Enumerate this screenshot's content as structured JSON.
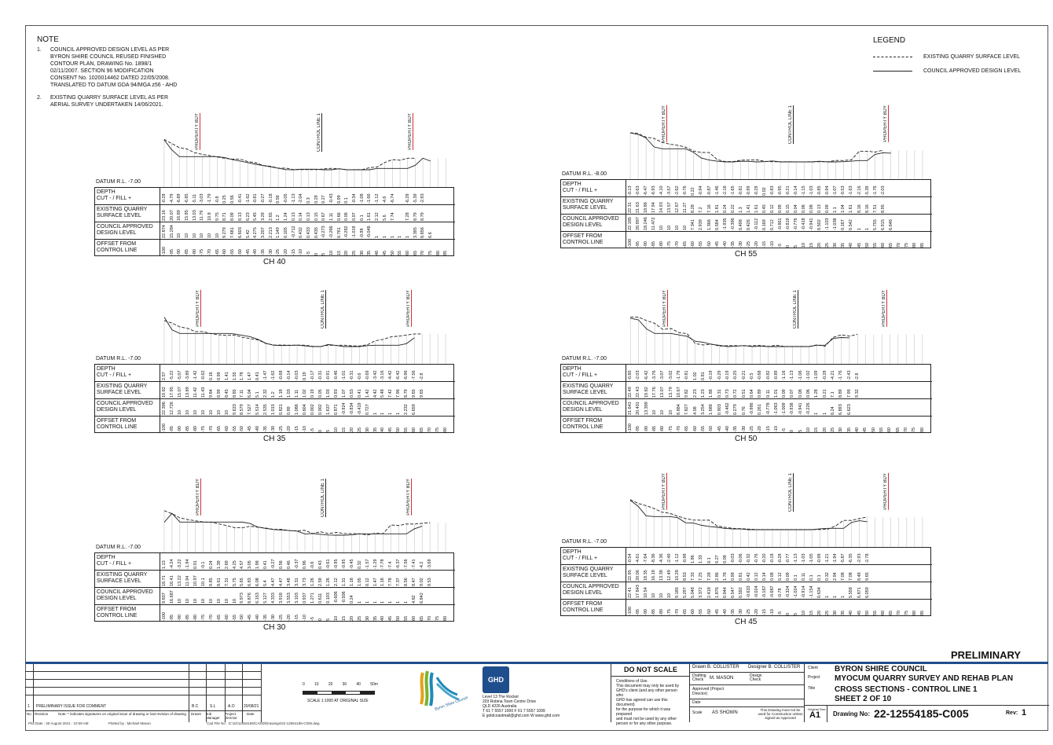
{
  "note": {
    "heading": "NOTE",
    "items": [
      {
        "num": "1.",
        "text": [
          "COUNCIL APPROVED DESIGN LEVEL AS PER",
          "BYRON SHIRE COUNCIL REUSED FINISHED",
          "CONTOUR PLAN, DRAWING No. 1898/1",
          "02/11/2007. SECTION 96 MODIFICATION",
          "CONSENT No. 1020014462 DATED 22/05/2008.",
          "TRANSLATED TO DATUM GDA 94/MGA z56 - AHD"
        ]
      },
      {
        "num": "2.",
        "text": [
          "EXISTING QUARRY SURFACE LEVEL AS PER",
          "AERIAL SURVEY UNDERTAKEN 14/06/2021."
        ]
      }
    ]
  },
  "legend": {
    "heading": "LEGEND",
    "existing": "EXISTING QUARRY SURFACE LEVEL",
    "council": "COUNCIL APPROVED DESIGN LEVEL"
  },
  "table_labels": {
    "depth": [
      "DEPTH",
      "CUT - / FILL +"
    ],
    "existing": [
      "EXISTING QUARRY",
      "SURFACE LEVEL"
    ],
    "council": [
      "COUNCIL APPROVED",
      "DESIGN LEVEL"
    ],
    "offset": [
      "OFFSET FROM",
      "CONTROL LINE"
    ]
  },
  "markers": {
    "property": "PROPERTY BDY",
    "control": "CONTROL LINE 1"
  },
  "sections": [
    {
      "id": "ch40",
      "label": "CH 40",
      "datum": "DATUM R.L. -7.00",
      "depth": [
        "-0.28",
        "-4.79",
        "-6.89",
        "-6.85",
        "-5.11",
        "-3.03",
        "-1.79",
        "-0.8",
        "0.25",
        "0.56",
        "-0.41",
        "-1.62",
        "-0.81",
        "-0.27",
        "-0.18",
        "0.56",
        "-0.05",
        "-1.13",
        "-2.04",
        "0.3",
        "0.29",
        "0.27",
        "-0.43",
        "0.99",
        "0.1",
        "-0.34",
        "-1.08",
        "-1.66",
        "-1.12",
        "-4.6",
        "-6.74",
        "",
        "-6.28",
        "-5.39",
        "-2.93"
      ],
      "existing": [
        "23.16",
        "20.07",
        "16.89",
        "15.85",
        "13.03",
        "11.79",
        "10.8",
        "9.75",
        "8.71",
        "8.09",
        "8.13",
        "6.23",
        "5.45",
        "3.29",
        "2.65",
        "1.2",
        "1.24",
        "0.13",
        "0.14",
        "0.13",
        "0.15",
        "0.67",
        "1.11",
        "0.66",
        "0.06",
        "0.07",
        "0.1",
        "1.61",
        "2.12",
        "5.6",
        "7.74",
        "",
        "7.28",
        "8.79",
        "8.79"
      ],
      "council": [
        "22.874",
        "15.284",
        "10",
        "10",
        "10",
        "10",
        "10",
        "10",
        "9.279",
        "7.681",
        "6.603",
        "5.42",
        "4.275",
        "3.207",
        "2.213",
        "1.149",
        "0.105",
        "-0.712",
        "0.432",
        "0.433",
        "0.435",
        "-0.273",
        "-0.266",
        "0.761",
        "-0.282",
        "-1.019",
        "-0.98",
        "-0.048",
        "1",
        "1",
        "1",
        "1",
        "1",
        "3.395",
        "8.856",
        "6.6"
      ],
      "offset": [
        "-100",
        "-95",
        "-90",
        "-85",
        "-80",
        "-75",
        "-70",
        "-65",
        "-60",
        "-55",
        "-50",
        "-45",
        "-40",
        "-35",
        "-30",
        "-25",
        "-20",
        "-15",
        "-10",
        "-5",
        "0",
        "5",
        "10",
        "15",
        "20",
        "25",
        "30",
        "35",
        "40",
        "45",
        "50",
        "55",
        "60",
        "65",
        "70",
        "75",
        "80",
        "85"
      ]
    },
    {
      "id": "ch55",
      "label": "CH 55",
      "datum": "DATUM R.L. -8.00",
      "depth": [
        "-0.13",
        "-0.63",
        "-6.47",
        "-6.93",
        "-4.10",
        "-3.57",
        "-2.62",
        "-0.76",
        "0.22",
        "-0.94",
        "-0.87",
        "-1.46",
        "-2.18",
        "-1.65",
        "-0.81",
        "-0.99",
        "-0.29",
        "0.02",
        "-0.83",
        "-0.95",
        "-0.21",
        "-0.14",
        "-1.15",
        "-1.03",
        "-0.85",
        "-0.94",
        "-1.07",
        "-0.53",
        "-1.63",
        "-2.16",
        "-5.39",
        "-1.76",
        "-2.03"
      ],
      "existing": [
        "22.31",
        "21.63",
        "18.86",
        "17.94",
        "14.93",
        "13.57",
        "12.67",
        "11.27",
        "8.28",
        "7.2",
        "7.16",
        "1.81",
        "0.24",
        "0.22",
        "1.3",
        "1.41",
        "1.61",
        "0.45",
        "0.12",
        "0.09",
        "0.15",
        "0.04",
        "0.06",
        "0.08",
        "0.13",
        "0.09",
        "1.1",
        "1.04",
        "1.61",
        "8.16",
        "8.16",
        "7.51",
        "8.95"
      ],
      "council": [
        "22.185",
        "20.997",
        "18.246",
        "11.472",
        "10",
        "10",
        "10",
        "10",
        "7.341",
        "2.939",
        "1.366",
        "0.584",
        "-1.935",
        "-0.396",
        "0.498",
        "0.426",
        "-0.112",
        "0.169",
        "0.712",
        "-0.861",
        "-0.819",
        "-0.776",
        "-0.418",
        "-0.941",
        "0.502",
        "-1.103",
        "-1.038",
        "0.167",
        "0.542",
        "1",
        "1",
        "5.755",
        "6.915",
        "6.646"
      ],
      "offset": [
        "-100",
        "-95",
        "-90",
        "-85",
        "-80",
        "-75",
        "-70",
        "-65",
        "-60",
        "-55",
        "-50",
        "-45",
        "-40",
        "-35",
        "-30",
        "-25",
        "-20",
        "-15",
        "-10",
        "-5",
        "0",
        "5",
        "10",
        "15",
        "20",
        "25",
        "30",
        "35",
        "40",
        "45",
        "50",
        "55",
        "60",
        "65",
        "70",
        "75",
        "80",
        "85"
      ]
    },
    {
      "id": "ch35",
      "label": "CH 35",
      "datum": "DATUM R.L. -7.00",
      "depth": [
        "2.57",
        "-5.22",
        "-5.07",
        "-3.89",
        "-1.42",
        "-0.62",
        "0.16",
        "0.99",
        "1.41",
        "1.55",
        "1.78",
        "1.47",
        "0.41",
        "-1.47",
        "-1.62",
        "-0.68",
        "-0.14",
        "-0.03",
        "0.19",
        "-0.17",
        "-0.31",
        "-0.91",
        "-0.46",
        "-1.01",
        "-0.31",
        "-0.6",
        "-0.69",
        "-3.42",
        "-3.16",
        "-4.42",
        "-6.42",
        "-6.96",
        "-7.56",
        "-2.8"
      ],
      "existing": [
        "19.82",
        "17.95",
        "15.07",
        "13.89",
        "11.42",
        "11.43",
        "9.84",
        "8.99",
        "8.45",
        "8.85",
        "7.11",
        "6.04",
        "5.1",
        "2.32",
        "1.2",
        "1.18",
        "1.03",
        "1.11",
        "1.02",
        "0.19",
        "0.05",
        "1.03",
        "0.93",
        "1.07",
        "0.53",
        "0.41",
        "1.42",
        "4.42",
        "5.48",
        "7.42",
        "7.96",
        "8.79",
        "9.65",
        "9.65"
      ],
      "council": [
        "22.396",
        "12.726",
        "10",
        "10",
        "10",
        "10",
        "10",
        "10",
        "10",
        "9.633",
        "8.579",
        "7.527",
        "5.514",
        "2.535",
        "1.015",
        "0.821",
        "0.89",
        "1.086",
        "0.604",
        "0.002",
        "0.002",
        "1.637",
        "0.871",
        "-0.924",
        "-0.834",
        "-0.419",
        "0.727",
        "1",
        "1",
        "1",
        "1",
        "2.232",
        "6.659"
      ],
      "offset": [
        "-100",
        "-95",
        "-90",
        "-85",
        "-80",
        "-75",
        "-70",
        "-65",
        "-60",
        "-55",
        "-50",
        "-45",
        "-40",
        "-35",
        "-30",
        "-25",
        "-20",
        "-15",
        "-10",
        "-5",
        "0",
        "5",
        "10",
        "15",
        "20",
        "25",
        "30",
        "35",
        "40",
        "45",
        "50",
        "55",
        "60",
        "65",
        "70",
        "75",
        "80"
      ]
    },
    {
      "id": "ch50",
      "label": "CH 50",
      "datum": "DATUM R.L. -7.00",
      "depth": [
        "-0.85",
        "-2.03",
        "-6.42",
        "-3.76",
        "-3.07",
        "-3.02",
        "-1.79",
        "-0.81",
        "1.02",
        "0.81",
        "-0.19",
        "-0.29",
        "-0.19",
        "-0.25",
        "-0.21",
        "-0.5",
        "-0.68",
        "-0.82",
        "-0.89",
        "-1.16",
        "-1.13",
        "-1.06",
        "-1.02",
        "-1.09",
        "-0.28",
        "-4.21",
        "-1.76",
        "-2.43",
        "-2.8"
      ],
      "existing": [
        "22.49",
        "22.43",
        "19.82",
        "17.76",
        "13.07",
        "13.79",
        "10.67",
        "9.82",
        "2.23",
        "1.23",
        "1.88",
        "0.31",
        "0.73",
        "0.72",
        "0.51",
        "0.64",
        "0.89",
        "0.11",
        "1.01",
        "0.09",
        "0.07",
        "0.08",
        "0.06",
        "1.28",
        "0.21",
        "7.1",
        "8.89",
        "7.99",
        "9.32"
      ],
      "council": [
        "21.641",
        "20.401",
        "13.399",
        "10",
        "10",
        "10",
        "8.884",
        "7.827",
        "4.08",
        "3.254",
        "1.686",
        "0.903",
        "-0.462",
        "0.279",
        "0.76",
        "-0.986",
        "0.261",
        "-0.778",
        "-1.063",
        "-1.009",
        "-0.938",
        "-0.941",
        "-0.226",
        "1",
        "1",
        "6.24",
        "6.893",
        "6.623"
      ],
      "offset": [
        "-100",
        "-95",
        "-90",
        "-85",
        "-80",
        "-75",
        "-70",
        "-65",
        "-60",
        "-55",
        "-50",
        "-45",
        "-40",
        "-35",
        "-30",
        "-25",
        "-20",
        "-15",
        "-10",
        "-5",
        "0",
        "5",
        "10",
        "15",
        "20",
        "25",
        "30",
        "35",
        "40",
        "45",
        "50",
        "55",
        "60",
        "65",
        "70",
        "75",
        "80"
      ]
    },
    {
      "id": "ch30",
      "label": "CH 30",
      "datum": "DATUM R.L. -7.00",
      "depth": [
        "1.13",
        "-4.24",
        "-3.22",
        "-1.94",
        "0.01",
        "-0.1",
        "0.24",
        "1.39",
        "2.69",
        "4.25",
        "4.57",
        "3.05",
        "1.98",
        "0.41",
        "-0.27",
        "0.56",
        "0.46",
        "-0.37",
        "0.96",
        "-0.6",
        "0.43",
        "-0.61",
        "-0.95",
        "-0.95",
        "-0.45",
        "0.32",
        "-1.57",
        "-1.29",
        "-7.78",
        "-7.4",
        "-6.37",
        "-7.56",
        "-7.41",
        "-4.2",
        "-3.69"
      ],
      "existing": [
        "18.71",
        "16.41",
        "13.22",
        "11.94",
        "10.97",
        "10.1",
        "9.85",
        "8.61",
        "7.31",
        "5.75",
        "5.65",
        "6.83",
        "6.08",
        "5.4",
        "4.47",
        "4.47",
        "3.48",
        "3.31",
        "3.73",
        "1.26",
        "2.59",
        "1.26",
        "2.12",
        "1.31",
        "1.18",
        "1.05",
        "0.12",
        "1.47",
        "1.18",
        "7.78",
        "7.37",
        "8.56",
        "8.47",
        "9.02",
        "9.53"
      ],
      "council": [
        "9.837",
        "16.687",
        "10",
        "10",
        "10",
        "10",
        "10",
        "10",
        "10",
        "10",
        "9.973",
        "8.876",
        "6.153",
        "5.127",
        "4.333",
        "3.918",
        "3.553",
        "3.103",
        "0.937",
        "1.271",
        "0.611",
        "0.103",
        "-0.606",
        "-0.506",
        "0.24",
        "1",
        "1",
        "1",
        "1",
        "1",
        "1",
        "1",
        "4.82",
        "6.842"
      ],
      "offset": [
        "-100",
        "-95",
        "-90",
        "-85",
        "-80",
        "-75",
        "-70",
        "-65",
        "-60",
        "-55",
        "-50",
        "-45",
        "-40",
        "-35",
        "-30",
        "-25",
        "-20",
        "-15",
        "-10",
        "-5",
        "0",
        "5",
        "10",
        "15",
        "20",
        "25",
        "30",
        "35",
        "40",
        "45",
        "50",
        "55",
        "60",
        "65",
        "70",
        "75",
        "80"
      ]
    },
    {
      "id": "ch45",
      "label": "CH 45",
      "datum": "DATUM R.L. -7.00",
      "depth": [
        "-0.54",
        "-4.61",
        "-7.64",
        "-8.36",
        "-4.36",
        "-2.49",
        "-1.12",
        "-0.98",
        "1.86",
        "1.33",
        "0.1",
        "0.27",
        "0.08",
        "-0.03",
        "-0.06",
        "-0.32",
        "-0.76",
        "-0.20",
        "-0.18",
        "-0.28",
        "-0.77",
        "-1.13",
        "-1.03",
        "-1.05",
        "-0.98",
        "-1.21",
        "-1.94",
        "-5.87",
        "-6.35",
        "-2.93",
        "-2.78"
      ],
      "existing": [
        "22.95",
        "20.06",
        "18.35",
        "16.18",
        "13.38",
        "12.49",
        "10.28",
        "8.53",
        "7.33",
        "7.25",
        "7.28",
        "2.86",
        "1.78",
        "0.98",
        "0.81",
        "0.42",
        "0.12",
        "0.14",
        "0.08",
        "0.12",
        "0.09",
        "0.1",
        "0.11",
        "0.1",
        "0.1",
        "0.32",
        "2.94",
        "7.08",
        "7.08",
        "8.48",
        "9.65"
      ],
      "council": [
        "22.41",
        "17.843",
        "10.54",
        "10",
        "10",
        "10",
        "9.185",
        "5.297",
        "5.048",
        "3.372",
        "2.418",
        "1.876",
        "0.944",
        "0.547",
        "0.592",
        "-0.633",
        "-0.024",
        "-0.167",
        "-0.687",
        "-0.78",
        "-0.324",
        "-1.024",
        "-0.914",
        "-1.154",
        "0.634",
        "1",
        "1",
        "1",
        "5.558",
        "6.871",
        "6.059"
      ],
      "offset": [
        "-100",
        "-95",
        "-90",
        "-85",
        "-80",
        "-75",
        "-70",
        "-65",
        "-60",
        "-55",
        "-50",
        "-45",
        "-40",
        "-35",
        "-30",
        "-25",
        "-20",
        "-15",
        "-10",
        "-5",
        "0",
        "5",
        "10",
        "15",
        "20",
        "25",
        "30",
        "35",
        "40",
        "45",
        "50",
        "55",
        "60",
        "65",
        "70",
        "75",
        "80",
        "85"
      ]
    }
  ],
  "title_block": {
    "preliminary": "PRELIMINARY",
    "revision": {
      "no": "1",
      "desc": "PRELIMINARY ISSUE FOR COMMENT",
      "drawn": "B.C",
      "job": "S.L",
      "dir": "A.O",
      "date": "20/08/21"
    },
    "rev_headers": {
      "no": "No",
      "revision": "Revision",
      "note": "Note: * indicates signatures on original issue of drawing or last revision of drawing",
      "drawn": "Drawn",
      "job": "Job Manager",
      "director": "Project Director",
      "date": "Date"
    },
    "scale_ticks": [
      "0",
      "10",
      "20",
      "30",
      "40",
      "50m"
    ],
    "scale_text": "SCALE 1:1000  AT ORIGINAL SIZE",
    "council_logo_text": "Byron Shire Council",
    "ghd": "GHD",
    "address": [
      "Level 13 The Rocket",
      "203 Robina Town Centre Drive",
      "QLD 4226 Australia",
      "T 61 7 5557 1000  F 61 7 5557 1099",
      "E goldcoastmail@ghd.com  W www.ghd.com"
    ],
    "do_not_scale": "DO NOT SCALE",
    "conditions": [
      "Conditions of Use.",
      "This document may only be used by",
      "GHD's client (and any other person who",
      "GHD has agreed can use this document)",
      "for the purpose for which it was prepared",
      "and must not be used by any other",
      "person or for any other purpose."
    ],
    "drawn": "Drawn   B. COLLISTER",
    "designer": "Designer  B. COLLISTER",
    "drafting": "Drafting Check",
    "drafting_name": "M. MASON",
    "design_check": "Design Check",
    "approved": "Approved (Project Director)",
    "date_label": "Date",
    "scale_label": "Scale",
    "scale_value": "AS SHOWN",
    "construction_note": "This Drawing must not be used for Construction unless signed as Approved",
    "client_label": "Client",
    "client": "BYRON SHIRE COUNCIL",
    "project_label": "Project",
    "project": "MYOCUM QUARRY SURVEY AND REHAB PLAN",
    "title_label": "Title",
    "title1": "CROSS SECTIONS - CONTROL LINE 1",
    "title2": "SHEET 2 OF 10",
    "size_label": "Original Size",
    "size": "A1",
    "drawing_no_label": "Drawing No:",
    "drawing_no": "22-12554185-C005",
    "rev_label": "Rev:",
    "rev": "1"
  },
  "footer": {
    "plot_date": "Plot Date :  30 August 2021 - 10:09 AM",
    "plotted_by": "Plotted by :  Michael Mason",
    "cad": "Cad File No :   G:\\22\\12554185\\CADD\\Drawings\\22-12554185-C005.dwg"
  }
}
